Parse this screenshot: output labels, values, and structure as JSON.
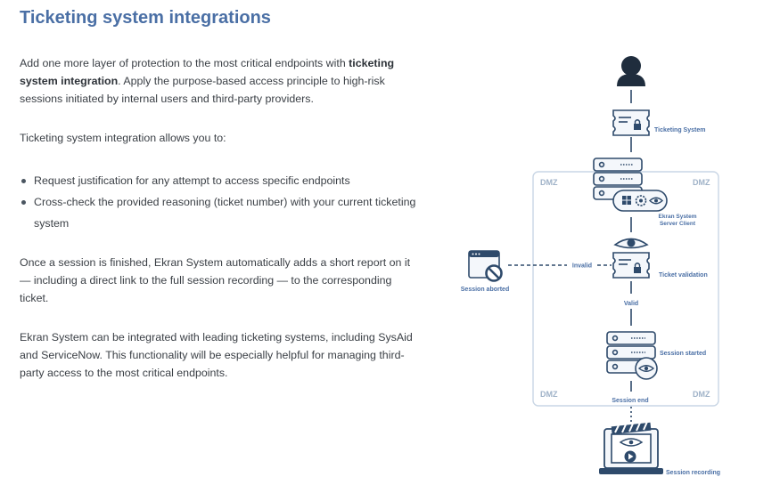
{
  "title": "Ticketing system integrations",
  "intro": {
    "part1": "Add one more layer of protection to the most critical endpoints with ",
    "bold": "ticketing system integration",
    "part2": ". Apply the purpose-based access principle to high-risk sessions initiated by internal users and third-party providers."
  },
  "allows": "Ticketing system integration allows you to:",
  "bullets": [
    "Request justification for any attempt to access specific endpoints",
    "Cross-check the provided reasoning (ticket number) with your current ticketing system"
  ],
  "para_session": "Once a session is finished, Ekran System automatically adds a short report on it — including a direct link to the full session recording — to the corresponding ticket.",
  "para_integrations": "Ekran System can be integrated with leading ticketing systems, including SysAid and ServiceNow. This functionality will be especially helpful for managing third-party access to the most critical endpoints.",
  "diagram": {
    "ticketing_system": "Ticketing System",
    "dmz": "DMZ",
    "server_client_line1": "Ekran System",
    "server_client_line2": "Server Client",
    "invalid": "Invalid",
    "session_aborted": "Session aborted",
    "ticket_validation": "Ticket validation",
    "valid": "Valid",
    "session_started": "Session started",
    "session_end": "Session end",
    "session_recording": "Session recording"
  },
  "colors": {
    "title": "#4a6fa5",
    "icon_dark": "#2e4a6b",
    "icon_fill": "#f4f7fb",
    "dmz_border": "#c9d6e5",
    "user_icon": "#1f2d3d"
  },
  "icons": [
    "user-icon",
    "ticket-icon",
    "server-icon",
    "windows-icon",
    "gear-icon",
    "eye-icon",
    "lock-icon",
    "browser-window-icon",
    "no-entry-icon",
    "monitor-icon",
    "clapperboard-icon",
    "play-icon"
  ]
}
